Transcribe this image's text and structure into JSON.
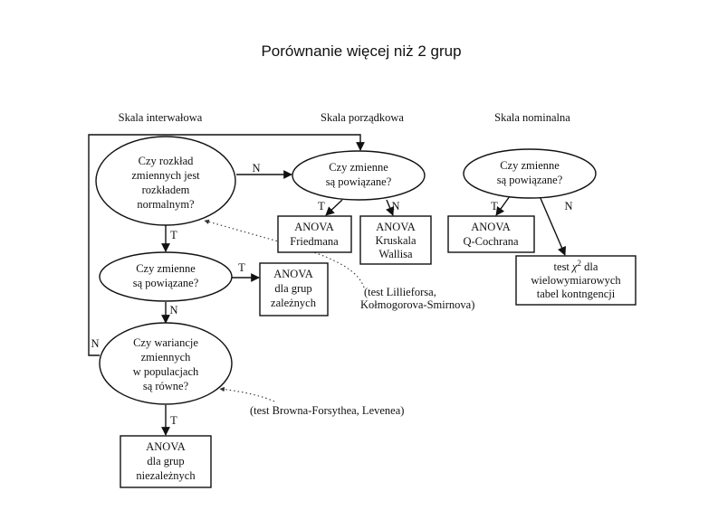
{
  "title": "Porównanie więcej niż 2 grup",
  "columns": {
    "interval": "Skala interwałowa",
    "ordinal": "Skala porządkowa",
    "nominal": "Skala nominalna"
  },
  "nodes": {
    "q_normal": [
      "Czy rozkład",
      "zmiennych jest",
      "rozkładem",
      "normalnym?"
    ],
    "q_related_interval": [
      "Czy zmienne",
      "są powiązane?"
    ],
    "q_variance": [
      "Czy wariancje",
      "zmiennych",
      "w populacjach",
      "są równe?"
    ],
    "anova_dependent": [
      "ANOVA",
      "dla grup",
      "zależnych"
    ],
    "anova_independent": [
      "ANOVA",
      "dla grup",
      "niezależnych"
    ],
    "q_related_ordinal": [
      "Czy zmienne",
      "są powiązane?"
    ],
    "friedman": [
      "ANOVA",
      "Friedmana"
    ],
    "kruskal": [
      "ANOVA",
      "Kruskala",
      "Wallisa"
    ],
    "q_related_nominal": [
      "Czy zmienne",
      "są powiązane?"
    ],
    "cochran": [
      "ANOVA",
      "Q-Cochrana"
    ],
    "chi2": {
      "line1_prefix": "test ",
      "chi": "χ",
      "sup": "2",
      "line1_suffix": " dla",
      "line2": "wielowymiarowych",
      "line3": "tabel kontngencji"
    }
  },
  "notes": {
    "lilliefors": [
      "(test Lillieforsa,",
      "Kołmogorova-Smirnova)"
    ],
    "brown_levene": [
      "(test Browna-Forsythea, Levenea)"
    ]
  },
  "edge_labels": {
    "yes": "T",
    "no": "N"
  }
}
